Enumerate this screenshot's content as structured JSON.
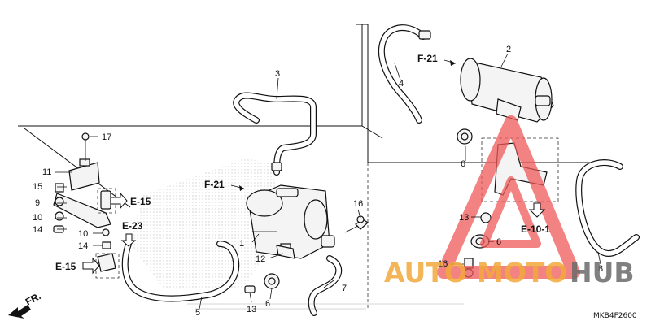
{
  "callouts": {
    "c1": "1",
    "c2": "2",
    "c3": "3",
    "c4": "4",
    "c5": "5",
    "c6a": "6",
    "c6b": "6",
    "c6c": "6",
    "c7": "7",
    "c8": "8",
    "c9": "9",
    "c10a": "10",
    "c10b": "10",
    "c11": "11",
    "c12": "12",
    "c13a": "13",
    "c13b": "13",
    "c14a": "14",
    "c14b": "14",
    "c15": "15",
    "c16a": "16",
    "c16b": "16",
    "c17": "17"
  },
  "refs": {
    "f21_left": "F-21",
    "f21_right": "F-21",
    "e15_top": "E-15",
    "e23": "E-23",
    "e15_bottom": "E-15",
    "e10_1": "E-10-1"
  },
  "direction": {
    "fr": "FR."
  },
  "diagram_code": "MKB4F2600",
  "watermark": {
    "part1": "AUTO",
    "part2": "MOTO",
    "part3": "HUB"
  },
  "colors": {
    "watermark_orange": "#f2a93b",
    "watermark_red": "#ef5a5a",
    "watermark_gray": "#6b6b6b"
  }
}
